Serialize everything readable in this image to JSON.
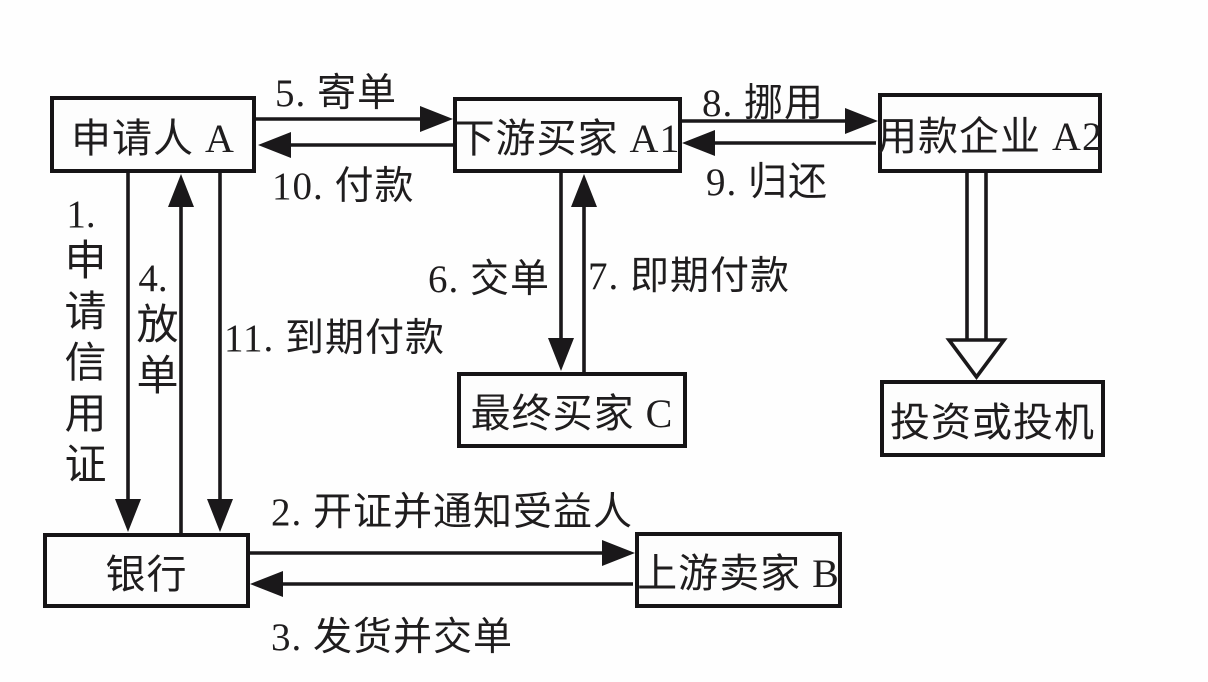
{
  "diagram": {
    "title": "letter-of-credit misappropriation flow",
    "nodes": {
      "applicant": "申请人 A",
      "downstream_buyer": "下游买家 A1",
      "fund_user": "用款企业 A2",
      "final_buyer": "最终买家 C",
      "investment": "投资或投机",
      "bank": "银行",
      "upstream_seller": "上游卖家 B"
    },
    "edges": {
      "e1_num": "1.",
      "e1_text": "申请信用证",
      "e2": "2. 开证并通知受益人",
      "e3": "3. 发货并交单",
      "e4_num": "4.",
      "e4_text": "放单",
      "e5": "5. 寄单",
      "e6": "6. 交单",
      "e7": "7. 即期付款",
      "e8": "8. 挪用",
      "e9": "9. 归还",
      "e10": "10. 付款",
      "e11": "11. 到期付款"
    },
    "colors": {
      "ink": "#1f1d1e",
      "line": "#1a181a",
      "background": "#fefefe"
    }
  }
}
